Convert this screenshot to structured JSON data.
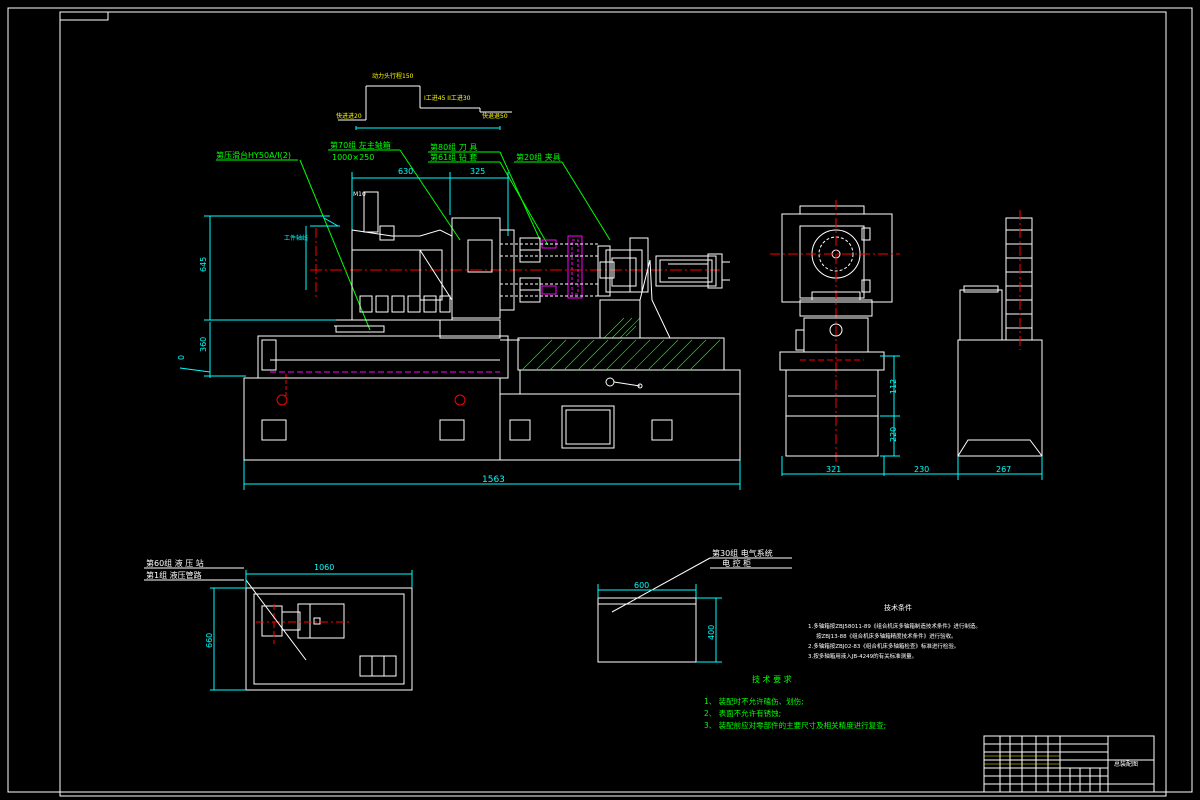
{
  "colors": {
    "background": "#000000",
    "outline": "#ffffff",
    "annotation": "#00ff00",
    "dimension_cyan": "#00ffff",
    "accent_magenta": "#ff00ff",
    "centerline_red": "#ff0000",
    "leader_yellow": "#ffff00"
  },
  "top_graph": {
    "label_top": "动力头行程150",
    "label_mid": "I工进45 II工进30",
    "label_left": "快进进20",
    "label_right": "快退退50"
  },
  "callouts": {
    "hydraulic_slide": "第压滑台HY50A/I(2)",
    "spindle_box_line1": "第70组 左主轴箱",
    "spindle_box_line2": "1000×250",
    "tool_line1": "第80组 刀 具",
    "tool_line2": "第61组 钻 套",
    "fixture": "第20组 夹具",
    "workpiece": "工件轴线",
    "m10": "M10"
  },
  "dimensions": {
    "d630": "630",
    "d325": "325",
    "d645": "645",
    "d360": "360",
    "d0": "0",
    "d1563": "1563",
    "d112": "112",
    "d220": "220",
    "d321": "321",
    "d230": "230",
    "d267": "267",
    "d1060": "1060",
    "d660": "660",
    "d600": "600",
    "d400": "400"
  },
  "hydraulic_station": {
    "label_line1": "第60组 液 压 站",
    "label_line2": "第1组 液压管路"
  },
  "electrical_cabinet": {
    "label_line1": "第30组 电气系统",
    "label_line2": "电 控 柜"
  },
  "tech_conditions": {
    "title": "技术条件",
    "lines": [
      "1.多轴箱按ZBJ58011-89《组合机床多轴箱制造技术条件》进行制造。",
      "按ZBJ13-88《组合机床多轴箱精度技术条件》进行验收。",
      "2.多轴箱按ZBJ02-83《组合机床多轴箱检查》标准进行检验。",
      "3.按多轴箱用液入JB-4249的有关标准测量。"
    ]
  },
  "tech_requirements": {
    "title": "技 术 要 求",
    "lines": [
      "1、 装配时不允许磕伤、划伤;",
      "2、 表面不允许有锈蚀;",
      "3、 装配前应对零部件的主要尺寸及相关精度进行复查;"
    ]
  },
  "title_block": {
    "drawing_name": "总装配图"
  }
}
